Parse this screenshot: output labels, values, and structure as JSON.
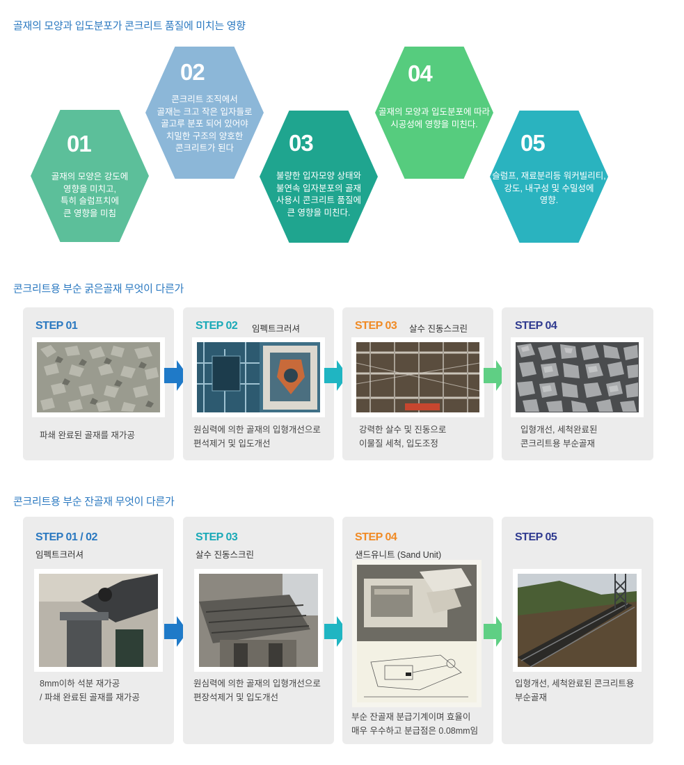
{
  "sections": {
    "influence_title": "골재의 모양과 입도분포가 콘크리트 품질에 미치는 영향",
    "coarse_title": "콘크리트용 부순 굵은골재 무엇이 다른가",
    "fine_title": "콘크리트용 부순 잔골재 무엇이 다른가"
  },
  "hexagons": [
    {
      "num": "01",
      "text": "골재의 모양은 강도에\n영향을 미치고,\n특히 슬럼프치에\n큰 영향을 미침",
      "color": "#5cbf9a"
    },
    {
      "num": "02",
      "text": "콘크리트 조직에서\n골재는 크고 작은 입자들로\n골고루 분포 되어 있어야\n치밀한 구조의 양호한\n콘크리트가 된다",
      "color": "#8cb7d8"
    },
    {
      "num": "03",
      "text": "불량한 입자모양 상태와\n불연속 입자분포의 골재\n사용시 콘크리트 품질에\n큰 영향을 미친다.",
      "color": "#1fa58f"
    },
    {
      "num": "04",
      "text": "골재의 모양과 입도분포에 따라\n시공성에 영향을 미친다.",
      "color": "#56cc7e"
    },
    {
      "num": "05",
      "text": "슬럼프, 재료분리등  워커빌리티,\n강도, 내구성 및 수밀성에\n영향.",
      "color": "#2ab3bf"
    }
  ],
  "coarse_steps": [
    {
      "step": "STEP 01",
      "sub": "",
      "desc": "파쇄 완료된 골재를 재가공",
      "color": "#2a78c0"
    },
    {
      "step": "STEP 02",
      "sub": "임펙트크러셔",
      "desc": "원심력에 의한 골재의 입형개선으로\n편석제거 및 입도개선",
      "color": "#19a9b7"
    },
    {
      "step": "STEP 03",
      "sub": "살수 진동스크린",
      "desc": "강력한 살수 및 진동으로\n이물질 세척, 입도조정",
      "color": "#f08a24"
    },
    {
      "step": "STEP 04",
      "sub": "",
      "desc": "입형개선, 세척완료된\n콘크리트용 부순골재",
      "color": "#2f3a8f"
    }
  ],
  "fine_steps": [
    {
      "step": "STEP 01 / 02",
      "sub": "임펙트크러셔",
      "desc": "8mm이하 석분 재가공\n/ 파쇄 완료된 골재를 재가공",
      "color": "#2a78c0"
    },
    {
      "step": "STEP 03",
      "sub": "살수 진동스크린",
      "desc": "원심력에 의한 골재의 입형개선으로\n편장석제거 및 입도개선",
      "color": "#19a9b7"
    },
    {
      "step": "STEP 04",
      "sub": "샌드유니트 (Sand Unit)",
      "desc": "부순 잔골재 분급기계이며 효율이\n매우 우수하고 분급점은 0.08mm임",
      "color": "#f08a24"
    },
    {
      "step": "STEP 05",
      "sub": "",
      "desc": "입형개선, 세척완료된 콘크리트용\n부순골재",
      "color": "#2f3a8f"
    }
  ],
  "arrows": {
    "blue": "#1f7ac8",
    "teal": "#1fb5c2",
    "green": "#5fcf84"
  }
}
